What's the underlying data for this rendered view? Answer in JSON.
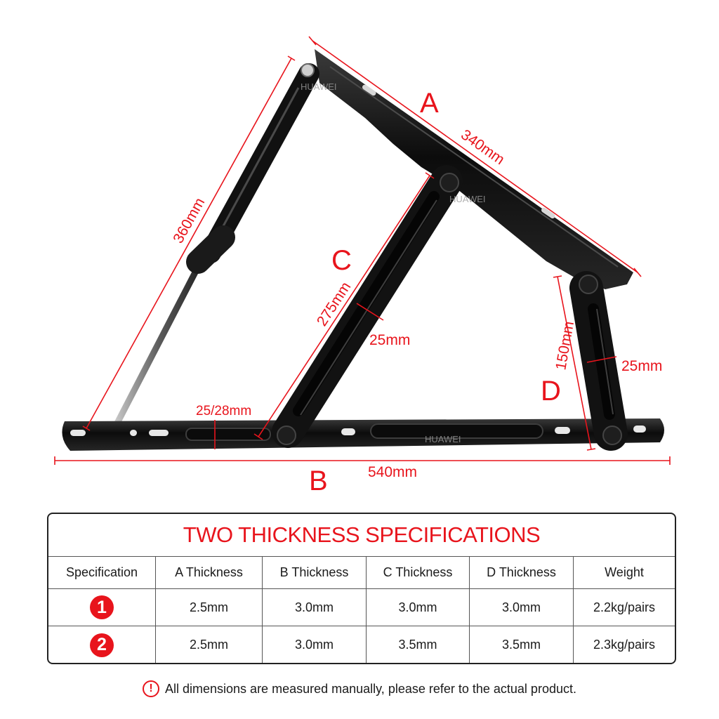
{
  "diagram": {
    "labels": {
      "a": "A",
      "b": "B",
      "c": "C",
      "d": "D"
    },
    "dimensions": {
      "a_length": "340mm",
      "b_length": "540mm",
      "c_length": "275mm",
      "c_width": "25mm",
      "d_length": "150mm",
      "d_width": "25mm",
      "gas_strut_length": "360mm",
      "b_width": "25/28mm"
    },
    "watermark": "HUAWEI",
    "colors": {
      "dimension_red": "#e8141c",
      "steel_black": "#111111"
    }
  },
  "spec_table": {
    "title": "TWO THICKNESS SPECIFICATIONS",
    "headers": [
      "Specification",
      "A Thickness",
      "B Thickness",
      "C Thickness",
      "D Thickness",
      "Weight"
    ],
    "rows": [
      {
        "spec": "1",
        "a": "2.5mm",
        "b": "3.0mm",
        "c": "3.0mm",
        "d": "3.0mm",
        "weight": "2.2kg/pairs"
      },
      {
        "spec": "2",
        "a": "2.5mm",
        "b": "3.0mm",
        "c": "3.5mm",
        "d": "3.5mm",
        "weight": "2.3kg/pairs"
      }
    ]
  },
  "note": {
    "icon": "exclamation-circle-icon",
    "text": "All dimensions are measured manually, please refer to the actual product."
  }
}
